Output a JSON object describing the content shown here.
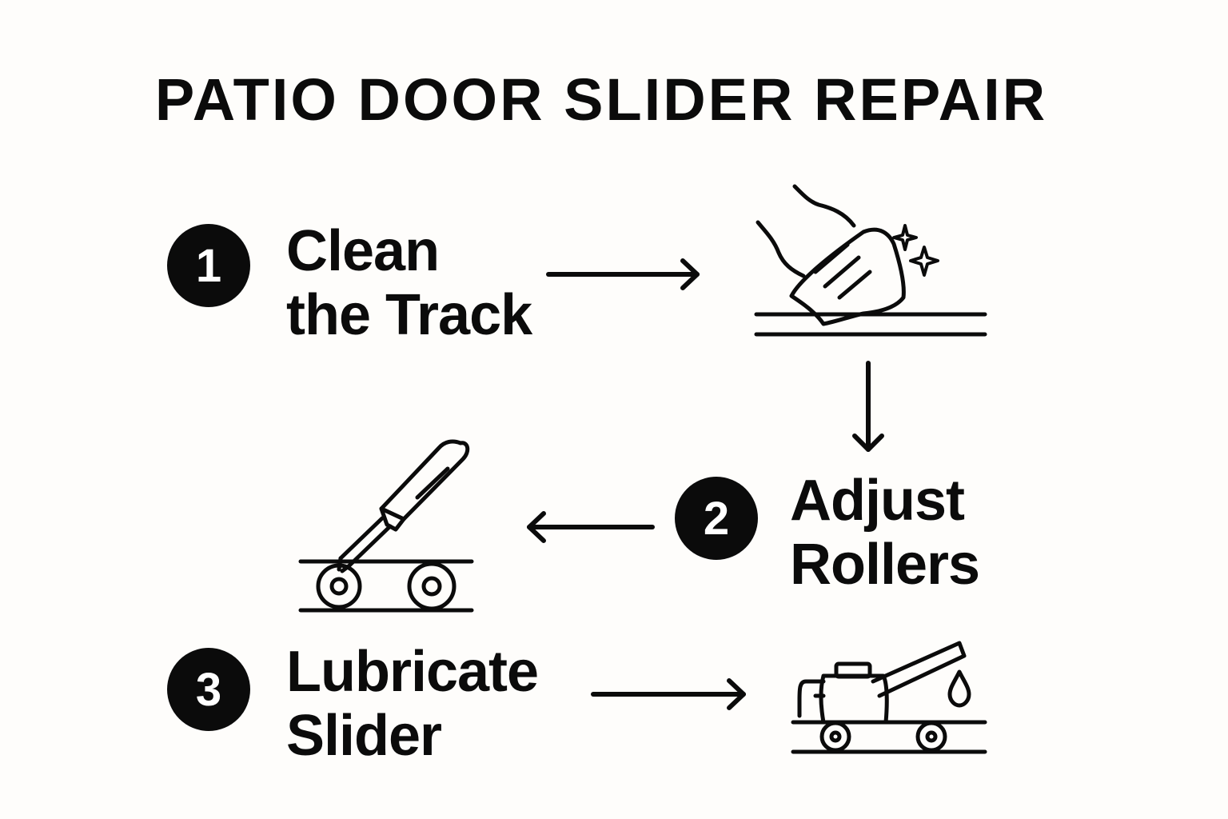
{
  "title": "PATIO DOOR SLIDER REPAIR",
  "steps": [
    {
      "number": "1",
      "line1": "Clean",
      "line2": "the Track",
      "icon": "hand-wiping-track-icon"
    },
    {
      "number": "2",
      "line1": "Adjust",
      "line2": "Rollers",
      "icon": "screwdriver-roller-icon"
    },
    {
      "number": "3",
      "line1": "Lubricate",
      "line2": "Slider",
      "icon": "oil-can-icon"
    }
  ],
  "colors": {
    "ink": "#0b0b0b",
    "background": "#fefdfb",
    "badge_text": "#ffffff"
  }
}
